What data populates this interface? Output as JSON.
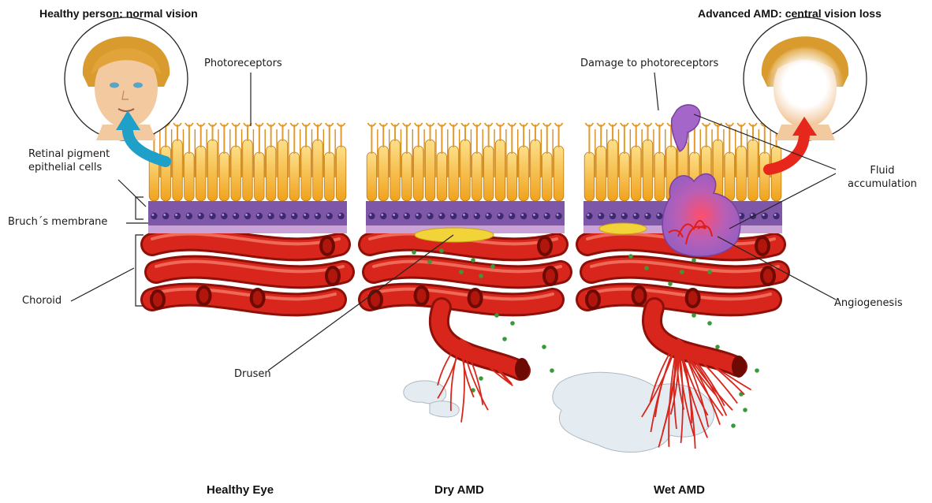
{
  "headings": {
    "left": "Healthy person: normal vision",
    "right": "Advanced AMD: central vision loss"
  },
  "labels": {
    "photoreceptors": "Photoreceptors",
    "rpe": [
      "Retinal pigment",
      "epithelial cells"
    ],
    "bruch": "Bruch´s membrane",
    "choroid": "Choroid",
    "drusen": "Drusen",
    "damage": "Damage to photoreceptors",
    "fluid": [
      "Fluid",
      "accumulation"
    ],
    "angiogenesis": "Angiogenesis"
  },
  "captions": {
    "healthy": "Healthy Eye",
    "dry": "Dry AMD",
    "wet": "Wet AMD"
  },
  "colors": {
    "photoreceptor": "#f6b93b",
    "rpe": "#7e57a8",
    "bruch": "#c9a2d8",
    "vessel": "#d8261c",
    "arrow_healthy": "#1ea0c8",
    "arrow_amd": "#e8271c",
    "drusen": "#f2d43a",
    "fluid_dots": "#3a9a3a"
  }
}
